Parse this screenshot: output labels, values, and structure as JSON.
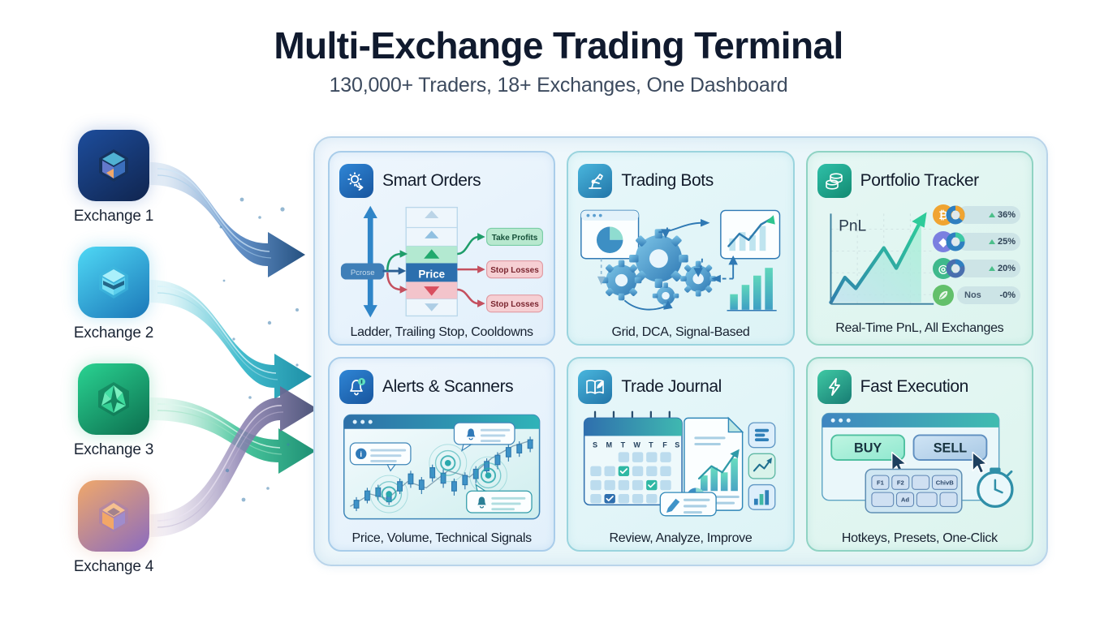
{
  "header": {
    "title": "Multi-Exchange Trading Terminal",
    "subtitle": "130,000+ Traders, 18+ Exchanges, One Dashboard"
  },
  "exchanges": [
    {
      "label": "Exchange 1",
      "icon": "exchange-cube-icon",
      "color": "#1d4d9c"
    },
    {
      "label": "Exchange 2",
      "icon": "exchange-cube-icon",
      "color": "#4fd8f5"
    },
    {
      "label": "Exchange 3",
      "icon": "exchange-star-icon",
      "color": "#2ad392"
    },
    {
      "label": "Exchange 4",
      "icon": "exchange-cube-icon",
      "color": "#f0a86a"
    }
  ],
  "cards": [
    {
      "id": "smart-orders",
      "title": "Smart Orders",
      "caption": "Ladder, Trailing Stop, Cooldowns",
      "icon": "gear-arrow-icon",
      "accent": "#2f86d6",
      "art": {
        "price_label": "Price",
        "source_label": "Pcrose",
        "tags": [
          "Take Profits",
          "Stop Losses",
          "Stop Losses"
        ]
      }
    },
    {
      "id": "trading-bots",
      "title": "Trading Bots",
      "caption": "Grid, DCA, Signal-Based",
      "icon": "robot-arm-icon",
      "accent": "#49b6dd",
      "art": {
        "elements": [
          "pie-chart-window",
          "gears",
          "line-chart-panel",
          "bar-chart"
        ]
      }
    },
    {
      "id": "portfolio-tracker",
      "title": "Portfolio Tracker",
      "caption": "Real-Time PnL, All Exchanges",
      "icon": "coins-stack-icon",
      "accent": "#2fc0a8",
      "art": {
        "chart_label": "PnL",
        "coins": [
          {
            "symbol": "₿",
            "name": "",
            "pct": "36%",
            "badge_color": "#f0a431",
            "donut_color": "#2f7fc0",
            "donut_accent": "#f0a431",
            "donut_pct": 36
          },
          {
            "symbol": "◆",
            "name": "",
            "pct": "25%",
            "badge_color": "#7b7fe0",
            "donut_color": "#2f7fc0",
            "donut_accent": "#3fc9a4",
            "donut_pct": 25
          },
          {
            "symbol": "◎",
            "name": "",
            "pct": "20%",
            "badge_color": "#3fb98c",
            "donut_color": "#4a6fae",
            "donut_accent": "#2f7fc0",
            "donut_pct": 20
          },
          {
            "symbol": "●",
            "name": "Nos",
            "pct": "-0%",
            "badge_color": "#63c06b",
            "donut_color": "",
            "donut_accent": "",
            "donut_pct": 0
          }
        ]
      }
    },
    {
      "id": "alerts-scanners",
      "title": "Alerts & Scanners",
      "caption": "Price, Volume, Technical Signals",
      "icon": "bell-alert-icon",
      "accent": "#2f86d6",
      "art": {
        "elements": [
          "candlestick-chart",
          "radar-targets",
          "alert-callouts"
        ]
      }
    },
    {
      "id": "trade-journal",
      "title": "Trade Journal",
      "caption": "Review, Analyze, Improve",
      "icon": "open-book-pen-icon",
      "accent": "#2f86d6",
      "art": {
        "weekdays": [
          "S",
          "M",
          "T",
          "W",
          "T",
          "F",
          "S"
        ],
        "side_icons": [
          "list-report-icon",
          "trend-up-icon",
          "bar-report-icon"
        ]
      }
    },
    {
      "id": "fast-execution",
      "title": "Fast Execution",
      "caption": "Hotkeys, Presets, One-Click",
      "icon": "lightning-bolt-icon",
      "accent": "#3fc9a4",
      "art": {
        "buy_label": "BUY",
        "sell_label": "SELL",
        "keys_row1": [
          "F1",
          "F2",
          "",
          "ChivB"
        ],
        "keys_row2": [
          "",
          "Ad",
          "",
          ""
        ],
        "timer": "stopwatch-icon"
      }
    }
  ],
  "colors": {
    "panel_border": "#b9d4ea",
    "title_text": "#101a2e",
    "subtitle_text": "#3c4a5e",
    "green": "#3fc9a4",
    "red": "#d4626f",
    "blue": "#2f7fc0"
  }
}
